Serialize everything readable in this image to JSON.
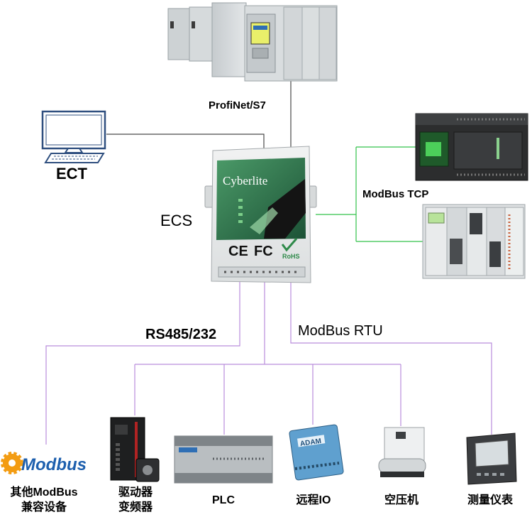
{
  "labels": {
    "profinet": "ProfiNet/S7",
    "ect": "ECT",
    "ecs": "ECS",
    "modbus_tcp": "ModBus TCP",
    "rs485": "RS485/232",
    "modbus_rtu": "ModBus RTU"
  },
  "gateway": {
    "brand": "Cyberlite",
    "ce": "CE",
    "fc": "FC",
    "rohs": "RoHS"
  },
  "logos": {
    "modbus": "Modbus",
    "adam": "ADAM"
  },
  "bottom_devices": [
    {
      "line1": "其他ModBus",
      "line2": "兼容设备"
    },
    {
      "line1": "驱动器",
      "line2": "变频器"
    },
    {
      "line1": "PLC"
    },
    {
      "line1": "远程IO"
    },
    {
      "line1": "空压机"
    },
    {
      "line1": "测量仪表"
    }
  ],
  "colors": {
    "ethernet_line": "#4a4a4a",
    "modbus_tcp_line": "#33c24a",
    "serial_line": "#b98ddc",
    "gateway_green": "#2f7a50",
    "modbus_logo_blue": "#1d5fae",
    "modbus_logo_orange": "#f39c12"
  }
}
